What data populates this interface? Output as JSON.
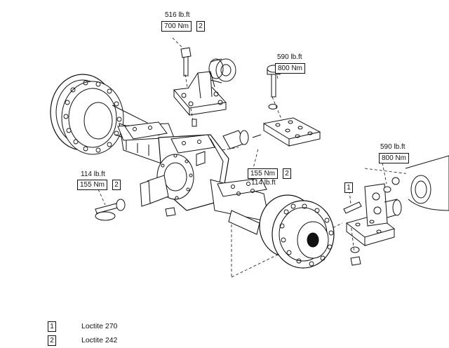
{
  "callouts": {
    "top_lbft": "516 lb.ft",
    "top_nm": "700 Nm",
    "top_ref": "2",
    "right_lbft": "590 lb.ft",
    "right_nm": "800 Nm",
    "far_right_lbft": "590 lb.ft",
    "far_right_nm": "800 Nm",
    "center_nm": "155 Nm",
    "center_ref": "2",
    "center_lbft": "114 lb.ft",
    "left_lbft": "114 lb.ft",
    "left_nm": "155 Nm",
    "left_ref": "2",
    "stud_ref": "1"
  },
  "legend": [
    {
      "ref": "1",
      "text": "Loctite 270"
    },
    {
      "ref": "2",
      "text": "Loctite 242"
    }
  ]
}
